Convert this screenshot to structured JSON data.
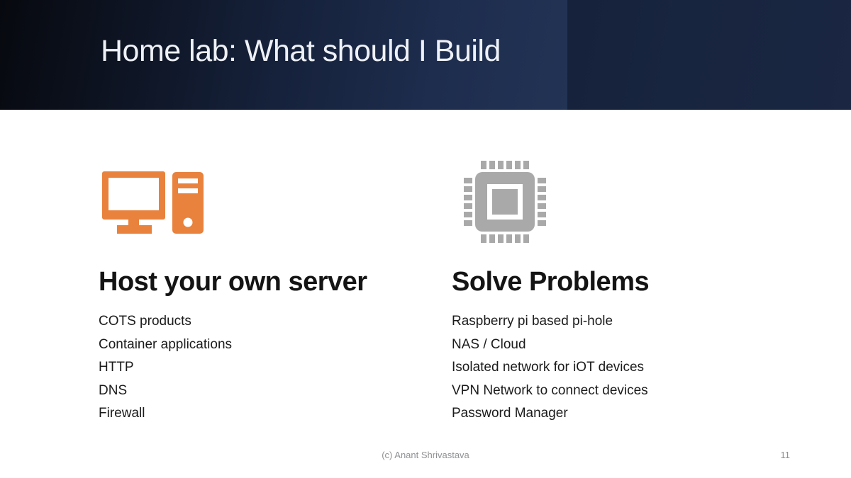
{
  "header": {
    "title": "Home lab: What should I Build"
  },
  "columns": [
    {
      "icon": "desktop-computer-icon",
      "heading": "Host your own server",
      "items": [
        "COTS products",
        "Container applications",
        "HTTP",
        "DNS",
        "Firewall"
      ]
    },
    {
      "icon": "cpu-chip-icon",
      "heading": "Solve Problems",
      "items": [
        "Raspberry pi based pi-hole",
        "NAS / Cloud",
        "Isolated network for iOT devices",
        "VPN Network to connect devices",
        "Password Manager"
      ]
    }
  ],
  "footer": {
    "credit": "(c) Anant Shrivastava",
    "page_number": "11"
  },
  "colors": {
    "accent_orange": "#E8823C",
    "icon_gray": "#A9A9A9",
    "header_navy": "#1E2D4E"
  }
}
